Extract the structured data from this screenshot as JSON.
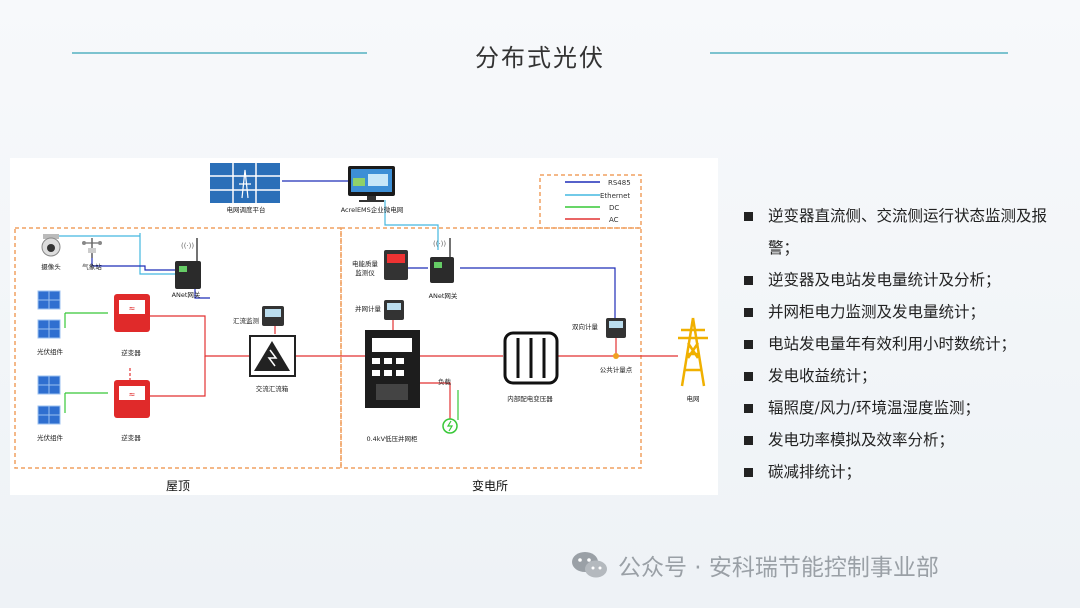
{
  "page": {
    "title": "分布式光伏"
  },
  "legend": [
    {
      "label": "RS485",
      "color": "#1f2db8"
    },
    {
      "label": "Ethernet",
      "color": "#44b8e0"
    },
    {
      "label": "DC",
      "color": "#37c837"
    },
    {
      "label": "AC",
      "color": "#e23232"
    }
  ],
  "diagram": {
    "platform": "电网调度平台",
    "ems": "AcrelEMS企业微电网",
    "camera": "摄像头",
    "weather": "气象站",
    "gateway_left": "ANet网关",
    "pv_top": "光伏组件",
    "pv_bottom": "光伏组件",
    "inverter_top": "逆变器",
    "inverter_bottom": "逆变器",
    "dc_monitor": "汇流监测",
    "combiner": "交流汇流箱",
    "power_quality": "电能质量\n监测仪",
    "grid_meter": "并网计量",
    "gateway_right": "ANet网关",
    "cabinet": "0.4kV低压并网柜",
    "load": "负载",
    "transformer": "内部配电变压器",
    "bidir_meter": "双向计量",
    "public_meter": "公共计量点",
    "grid": "电网",
    "zone_roof": "屋顶",
    "zone_substation": "变电所"
  },
  "features": [
    "逆变器直流侧、交流侧运行状态监测及报警；",
    "逆变器及电站发电量统计及分析；",
    "并网柜电力监测及发电量统计；",
    "电站发电量年有效利用小时数统计；",
    "发电收益统计；",
    "辐照度/风力/环境温湿度监测；",
    "发电功率模拟及效率分析；",
    "碳减排统计；"
  ],
  "watermark": {
    "text": "公众号 · 安科瑞节能控制事业部"
  }
}
